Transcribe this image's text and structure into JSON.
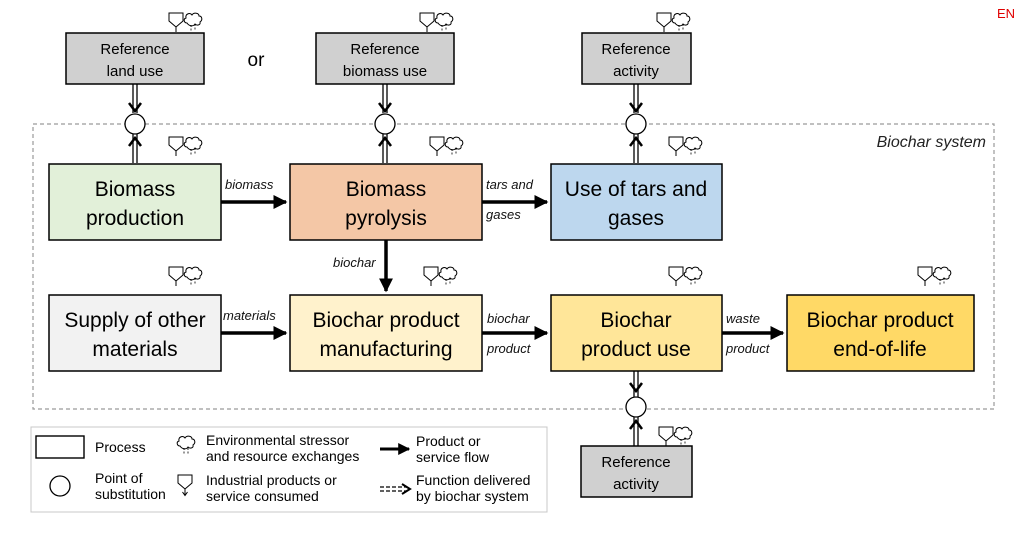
{
  "lang_badge": "EN",
  "or_text": "or",
  "system_label": "Biochar system",
  "reference_boxes": {
    "land_use": [
      "Reference",
      "land use"
    ],
    "biomass_use": [
      "Reference",
      "biomass use"
    ],
    "activity_top": [
      "Reference",
      "activity"
    ],
    "activity_bottom": [
      "Reference",
      "activity"
    ]
  },
  "process_boxes": {
    "biomass_production": [
      "Biomass",
      "production"
    ],
    "biomass_pyrolysis": [
      "Biomass",
      "pyrolysis"
    ],
    "use_tars_gases": [
      "Use of tars and",
      "gases"
    ],
    "supply_materials": [
      "Supply of other",
      "materials"
    ],
    "biochar_manufacturing": [
      "Biochar product",
      "manufacturing"
    ],
    "biochar_use": [
      "Biochar",
      "product use"
    ],
    "biochar_eol": [
      "Biochar product",
      "end-of-life"
    ]
  },
  "flow_labels": {
    "biomass": [
      "biomass"
    ],
    "tars_gases": [
      "tars and",
      "gases"
    ],
    "biochar": [
      "biochar"
    ],
    "materials": [
      "materials"
    ],
    "biochar_product": [
      "biochar",
      "product"
    ],
    "waste_product": [
      "waste",
      "product"
    ]
  },
  "legend": {
    "process": [
      "Process"
    ],
    "substitution": [
      "Point of",
      "substitution"
    ],
    "env": [
      "Environmental stressor",
      "and resource exchanges"
    ],
    "industrial": [
      "Industrial products or",
      "service consumed"
    ],
    "flow": [
      "Product or",
      "service flow"
    ],
    "function": [
      "Function delivered",
      "by biochar system"
    ]
  },
  "colors": {
    "reference_fill": "#d0d0d0",
    "biomass_production_fill": "#e2f0d9",
    "pyrolysis_fill": "#f4c7a6",
    "tars_fill": "#bdd7ee",
    "supply_fill": "#f2f2f2",
    "manufacturing_fill": "#fff2cc",
    "use_fill": "#ffe699",
    "eol_fill": "#ffd966",
    "badge": "#e00000"
  }
}
